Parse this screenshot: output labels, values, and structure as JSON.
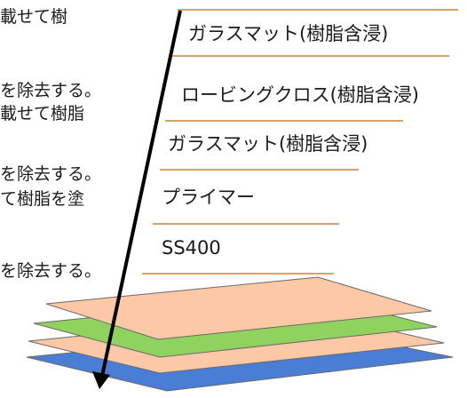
{
  "left_notes": [
    "載せて樹",
    "を除去する。",
    "載せて樹脂",
    "を除去する。",
    "て樹脂を塗",
    "を除去する。"
  ],
  "layers": [
    {
      "label": "ガラスマット(樹脂含浸)"
    },
    {
      "label": "ロービングクロス(樹脂含浸)"
    },
    {
      "label": "ガラスマット(樹脂含浸)"
    },
    {
      "label": "プライマー"
    },
    {
      "label": "SS400"
    }
  ],
  "colors": {
    "leader_line": "#d7a26a",
    "sheet_peach": "#fcc8a6",
    "sheet_green": "#8fd35e",
    "sheet_blue": "#4a7ed4",
    "sheet_edge": "#6a6a6a",
    "arrow": "#000000"
  }
}
